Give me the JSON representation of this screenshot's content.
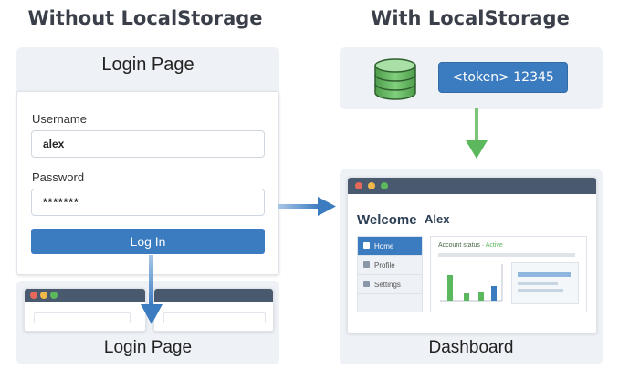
{
  "left": {
    "heading": "Without LocalStorage",
    "login_card": {
      "title": "Login Page",
      "username_label": "Username",
      "username_value": "alex",
      "password_label": "Password",
      "password_value": "*******",
      "login_button": "Log In"
    },
    "bottom_label": "Login Page"
  },
  "right": {
    "heading": "With LocalStorage",
    "token_label": "<token> 12345",
    "dashboard": {
      "welcome": "Welcome",
      "user_name": "Alex",
      "menu": [
        "Home",
        "Profile",
        "Settings"
      ],
      "account_status_label": "Account status · ",
      "account_status_value": "Active"
    },
    "bottom_label": "Dashboard"
  },
  "colors": {
    "accent_blue": "#3b7bbf",
    "arrow_blue": "#3b7bbf",
    "arrow_green": "#5cb85c",
    "db_green": "#6cbf6a",
    "window_bar": "#4a5a6e",
    "panel_bg": "#eef2f6"
  },
  "icons": {
    "database": "database-icon",
    "arrow_right": "arrow-right-icon",
    "arrow_down": "arrow-down-icon"
  }
}
